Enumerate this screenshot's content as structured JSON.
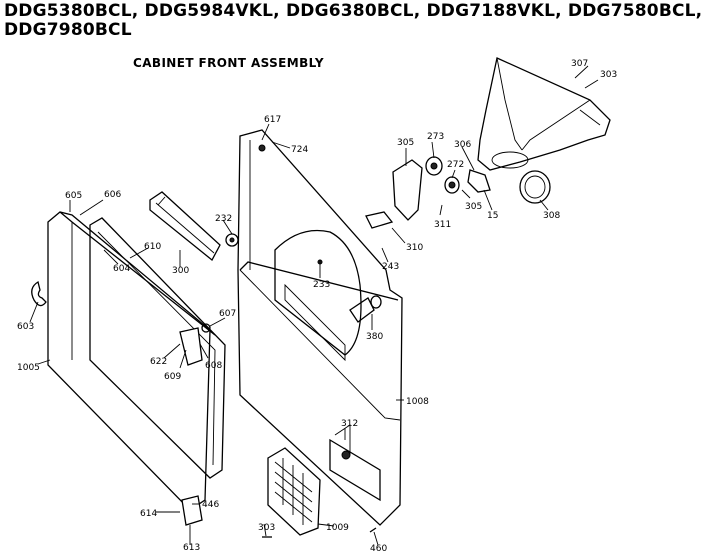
{
  "title": "DDG5380BCL, DDG5984VKL, DDG6380BCL, DDG7188VKL, DDG7580BCL, DDG7980BCL",
  "subtitle": "CABINET FRONT ASSEMBLY",
  "parts": {
    "p307": "307",
    "p303a": "303",
    "p305": "305",
    "p273": "273",
    "p306": "306",
    "p272": "272",
    "p305b": "305",
    "p15": "15",
    "p308": "308",
    "p311": "311",
    "p310": "310",
    "p617": "617",
    "p724": "724",
    "p605": "605",
    "p606": "606",
    "p232": "232",
    "p610": "610",
    "p300": "300",
    "p604": "604",
    "p243": "243",
    "p233": "233",
    "p603": "603",
    "p607": "607",
    "p380": "380",
    "p622": "622",
    "p609": "609",
    "p608": "608",
    "p1005": "1005",
    "p1008": "1008",
    "p312": "312",
    "p614": "614",
    "p446": "446",
    "p613": "613",
    "p303b": "303",
    "p1009": "1009",
    "p460": "460"
  }
}
